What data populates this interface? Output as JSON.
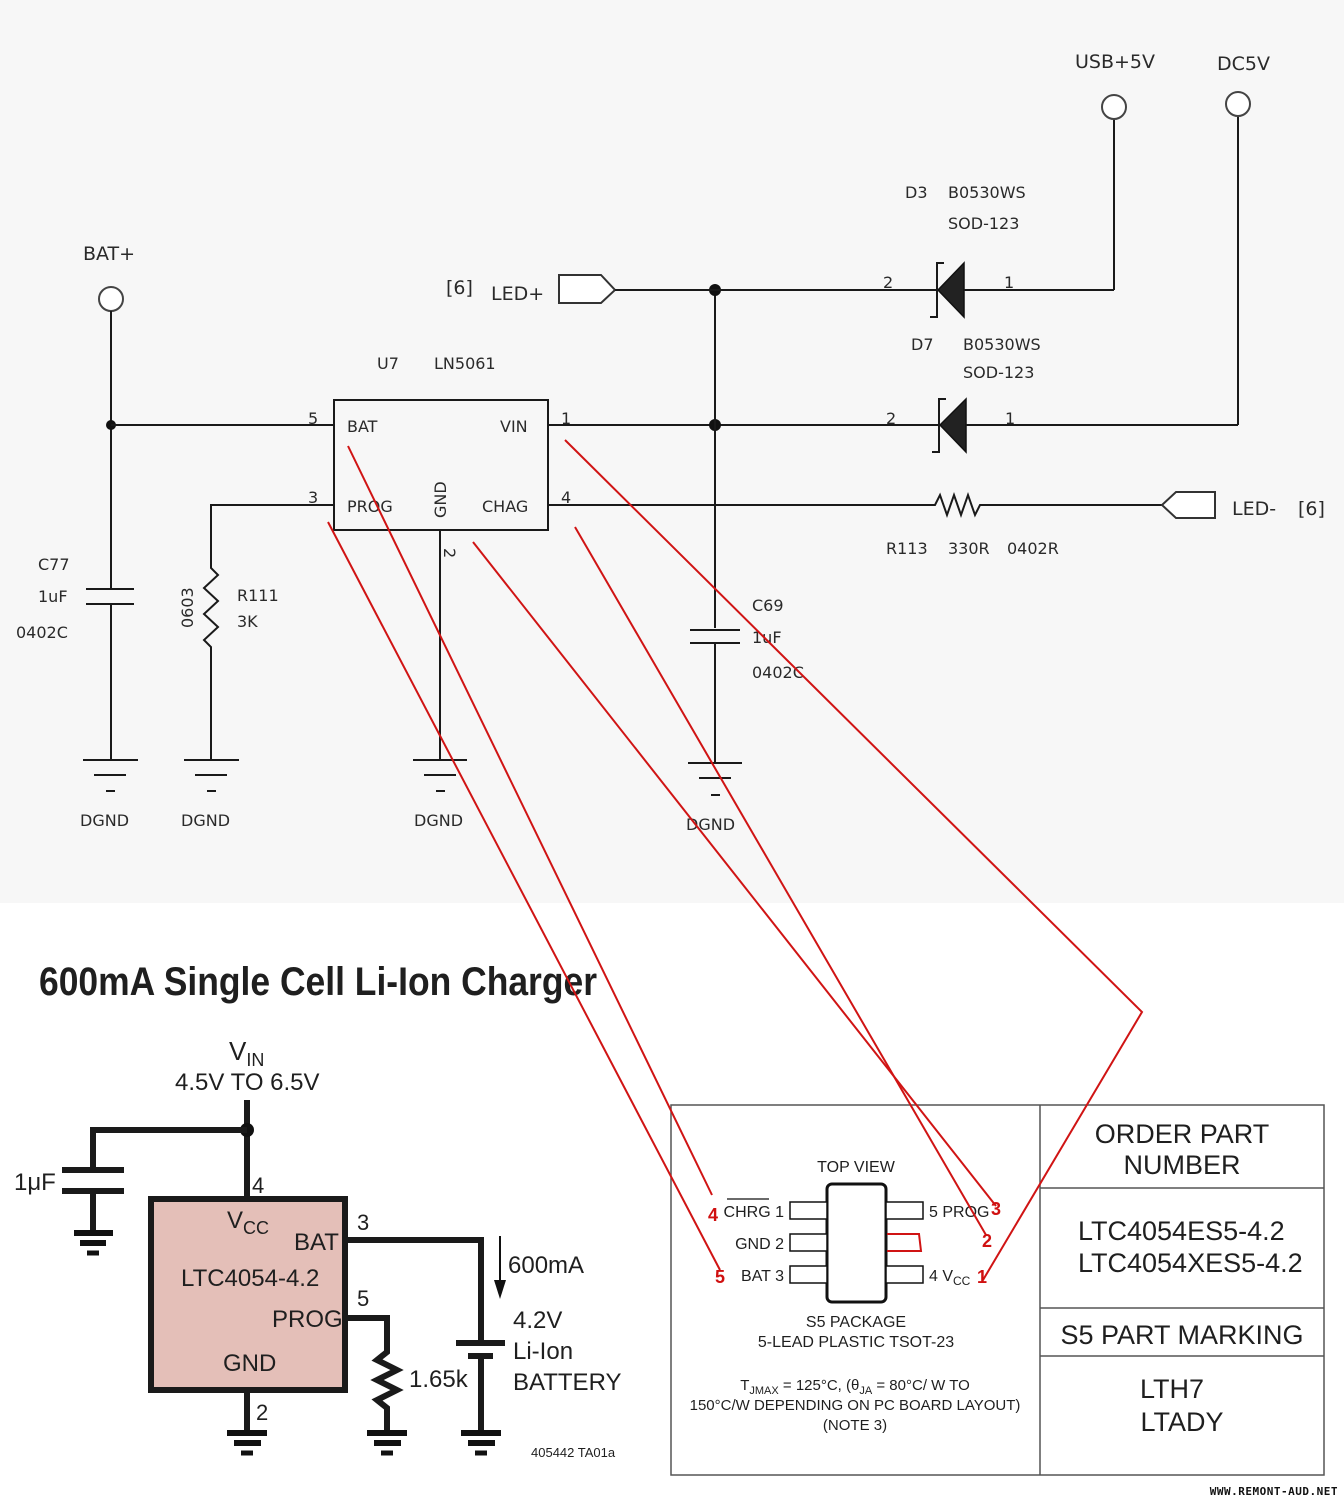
{
  "top_schematic": {
    "ports": {
      "bat_plus": "BAT+",
      "usb_5v": "USB+5V",
      "dc_5v": "DC5V",
      "led_plus": "LED+",
      "led_plus_ref": "[6]",
      "led_minus": "LED-",
      "led_minus_ref": "[6]"
    },
    "ic": {
      "ref": "U7",
      "part": "LN5061",
      "pins": {
        "bat": "BAT",
        "bat_num": "5",
        "vin": "VIN",
        "vin_num": "1",
        "prog": "PROG",
        "prog_num": "3",
        "chag": "CHAG",
        "chag_num": "4",
        "gnd": "GND",
        "gnd_num": "2"
      }
    },
    "d3": {
      "ref": "D3",
      "part": "B0530WS",
      "package": "SOD-123",
      "pin_a": "2",
      "pin_k": "1"
    },
    "d7": {
      "ref": "D7",
      "part": "B0530WS",
      "package": "SOD-123",
      "pin_a": "2",
      "pin_k": "1"
    },
    "c77": {
      "ref": "C77",
      "value": "1uF",
      "package": "0402C"
    },
    "c69": {
      "ref": "C69",
      "value": "1uF",
      "package": "0402C"
    },
    "r111": {
      "ref": "R111",
      "value": "3K",
      "package": "0603"
    },
    "r113": {
      "ref": "R113",
      "value": "330R",
      "package": "0402R"
    },
    "ground_label": "DGND"
  },
  "app_circuit": {
    "title": "600mA Single Cell Li-Ion Charger",
    "vin_label": "V",
    "vin_sub": "IN",
    "vin_range": "4.5V TO 6.5V",
    "cap_value": "1μF",
    "ic_name": "LTC4054-4.2",
    "pin_vcc": "V",
    "pin_vcc_sub": "CC",
    "pin_bat": "BAT",
    "pin_prog": "PROG",
    "pin_gnd": "GND",
    "pin_vcc_num": "4",
    "pin_bat_num": "3",
    "pin_prog_num": "5",
    "pin_gnd_num": "2",
    "current": "600mA",
    "resistor": "1.65k",
    "battery_line1": "4.2V",
    "battery_line2": "Li-Ion",
    "battery_line3": "BATTERY",
    "figure_id": "405442 TA01a"
  },
  "package_info": {
    "top_view": "TOP VIEW",
    "left_pins": [
      "CHRG 1",
      "GND 2",
      "BAT 3"
    ],
    "right_pins": [
      "5 PROG",
      "4 V"
    ],
    "vcc_sub": "CC",
    "package_line1": "S5 PACKAGE",
    "package_line2": "5-LEAD PLASTIC TSOT-23",
    "thermal_t": "T",
    "thermal_t_sub": "JMAX",
    "thermal_mid": " = 125°C, (θ",
    "thermal_theta_sub": "JA",
    "thermal_end": " = 80°C/ W TO",
    "thermal_line2": "150°C/W DEPENDING ON PC BOARD LAYOUT)",
    "thermal_line3": "(NOTE 3)",
    "order_header_1": "ORDER PART",
    "order_header_2": "NUMBER",
    "order_parts": [
      "LTC4054ES5-4.2",
      "LTC4054XES5-4.2"
    ],
    "marking_header": "S5 PART MARKING",
    "markings": [
      "LTH7",
      "LTADY"
    ]
  },
  "annotations": {
    "pin_map_numbers": {
      "chrg": "4",
      "bat": "5",
      "prog": "3",
      "nc": "2",
      "vcc": "1"
    },
    "line_color": "#d01414"
  },
  "watermark": "WWW.REMONT-AUD.NET"
}
